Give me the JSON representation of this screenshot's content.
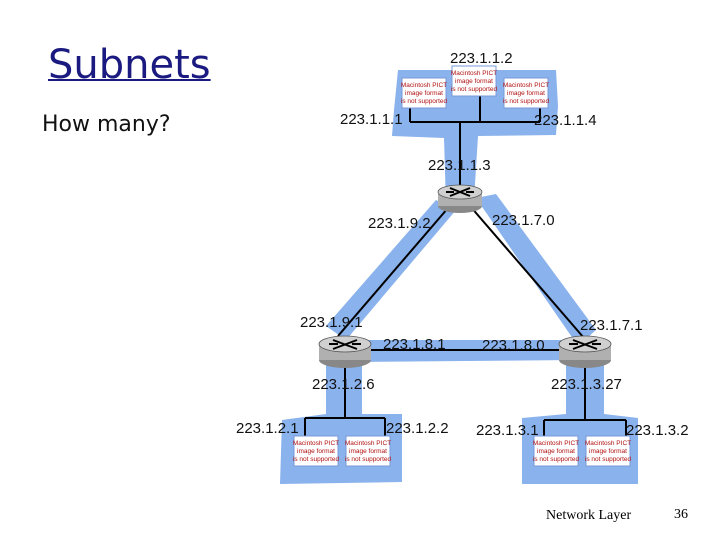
{
  "slide": {
    "title": "Subnets",
    "subtitle": "How many?",
    "footer_left": "Network Layer",
    "footer_page": "36"
  },
  "placeholder_image": {
    "line1": "Macintosh PICT",
    "line2": "image format",
    "line3": "is not supported"
  },
  "labels": {
    "top_host_mid": "223.1.1.2",
    "top_host_left": "223.1.1.1",
    "top_host_right": "223.1.1.4",
    "router_top_lan": "223.1.1.3",
    "router_top_left_link": "223.1.9.2",
    "router_top_right_link": "223.1.7.0",
    "router_left_up_link": "223.1.9.1",
    "router_left_right_link": "223.1.8.1",
    "router_right_left_link": "223.1.8.0",
    "router_right_up_link": "223.1.7.1",
    "router_left_lan": "223.1.2.6",
    "router_right_lan": "223.1.3.27",
    "left_host_left": "223.1.2.1",
    "left_host_right": "223.1.2.2",
    "right_host_left": "223.1.3.1",
    "right_host_right": "223.1.3.2"
  },
  "colors": {
    "subnet_blob": "#8ab2ec",
    "router_body": "#b0b0b0",
    "link": "#000000",
    "title": "#1a1a80",
    "placeholder_text": "#b01010"
  }
}
